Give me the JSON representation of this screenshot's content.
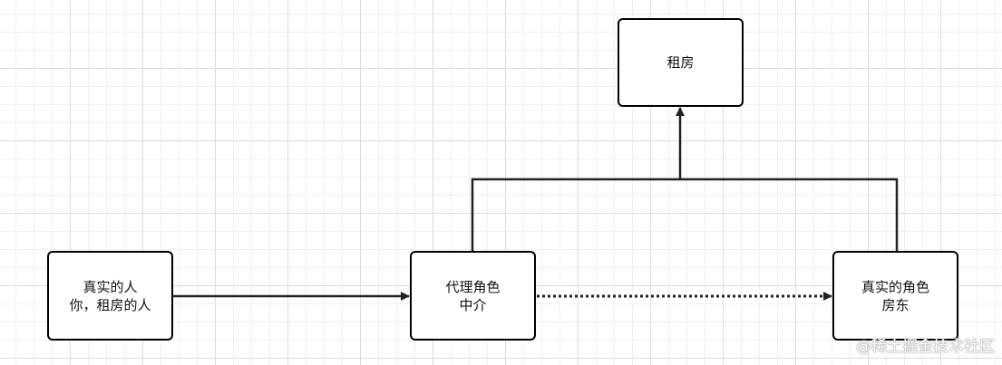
{
  "diagram": {
    "nodes": {
      "rent": {
        "lines": [
          "租房"
        ]
      },
      "real_person": {
        "lines": [
          "真实的人",
          "你，租房的人"
        ]
      },
      "proxy": {
        "lines": [
          "代理角色",
          "中介"
        ]
      },
      "landlord": {
        "lines": [
          "真实的角色",
          "房东"
        ]
      }
    },
    "edges": [
      {
        "from": "real_person",
        "to": "proxy",
        "style": "solid"
      },
      {
        "from": "proxy",
        "to": "landlord",
        "style": "dotted"
      },
      {
        "from": "proxy",
        "to": "rent",
        "style": "solid"
      },
      {
        "from": "landlord",
        "to": "rent",
        "style": "solid"
      }
    ],
    "colors": {
      "stroke": "#000000",
      "connector": "#222222"
    }
  },
  "watermark": {
    "text": "@稀土掘金技术社区"
  }
}
